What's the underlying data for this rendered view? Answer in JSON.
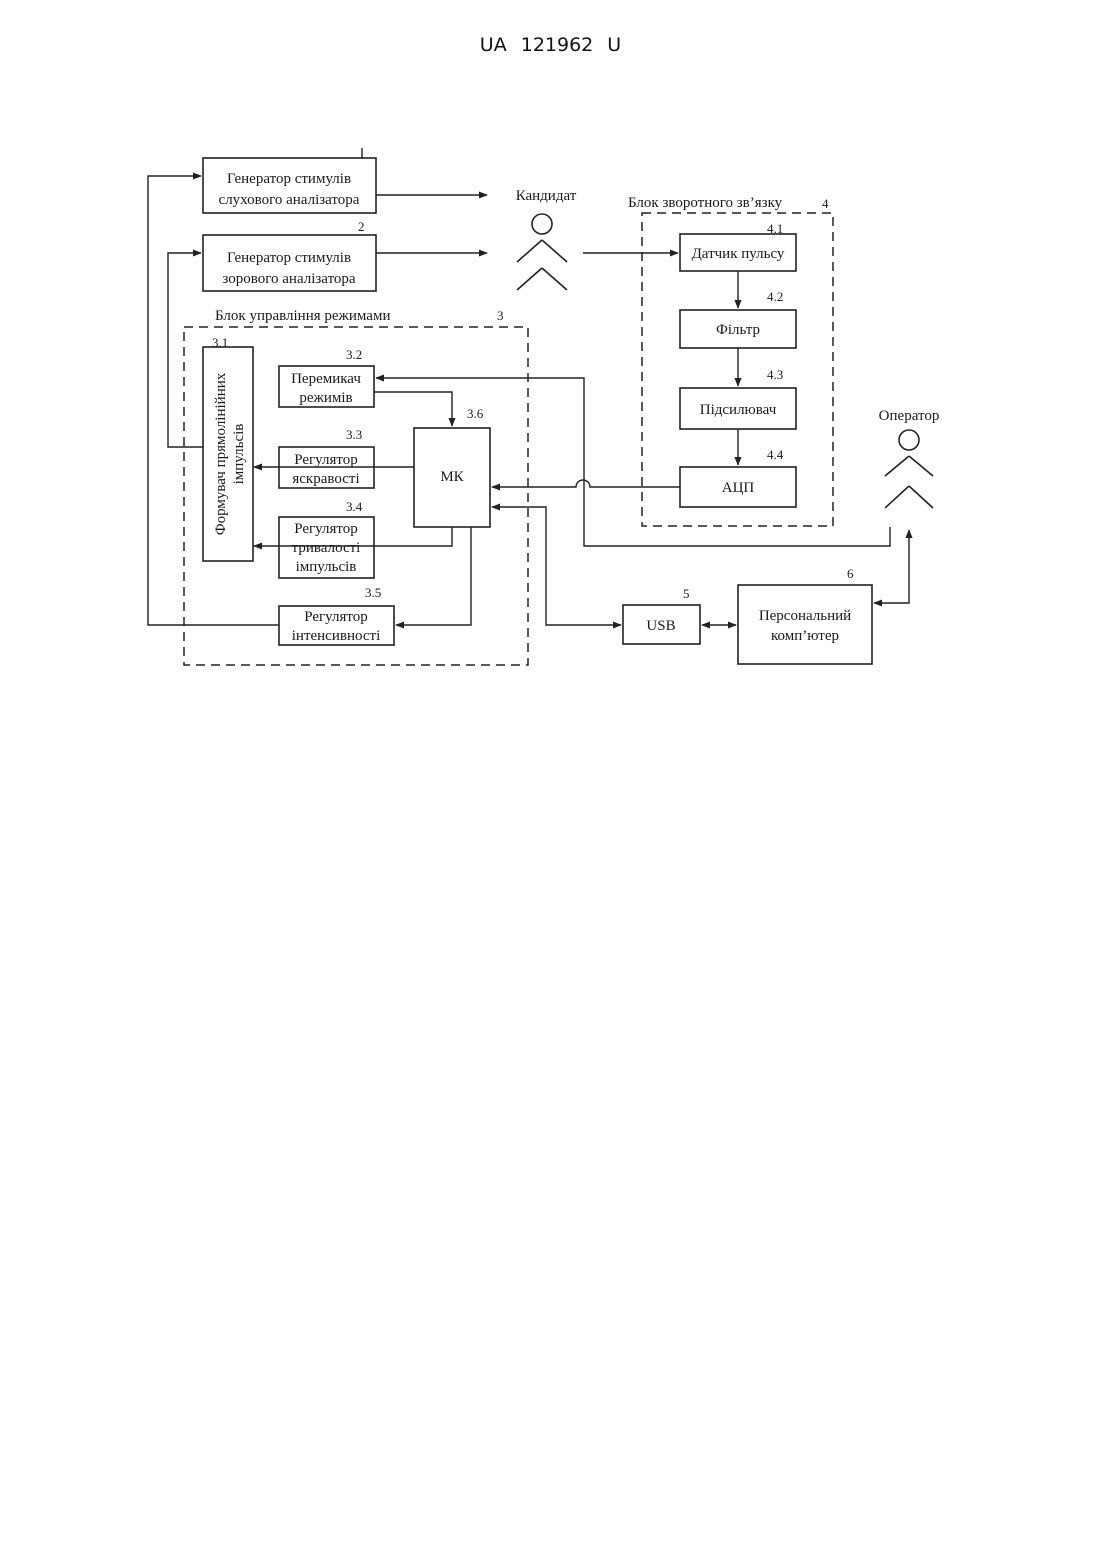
{
  "header": {
    "patent_number": "UA   121962   U"
  },
  "diagram": {
    "generator_auditory": {
      "line1": "Генератор стимулів",
      "line2": "слухового аналізатора"
    },
    "generator_visual": {
      "number": "2",
      "line1": "Генератор стимулів",
      "line2": "зорового аналізатора"
    },
    "candidate_label": "Кандидат",
    "operator_label": "Оператор",
    "mode_control_block": {
      "title": "Блок управління режимами",
      "number": "3",
      "pulse_former": {
        "number": "3.1",
        "line1": "Формувач прямолінійних",
        "line2": "імпульсів"
      },
      "mode_switch": {
        "number": "3.2",
        "line1": "Перемикач",
        "line2": "режимів"
      },
      "brightness_regulator": {
        "number": "3.3",
        "line1": "Регулятор",
        "line2": "яскравості"
      },
      "duration_regulator": {
        "number": "3.4",
        "line1": "Регулятор",
        "line2": "тривалості",
        "line3": "імпульсів"
      },
      "intensity_regulator": {
        "number": "3.5",
        "line1": "Регулятор",
        "line2": "інтенсивності"
      },
      "microcontroller": {
        "number": "3.6",
        "label": "МК"
      }
    },
    "feedback_block": {
      "title": "Блок зворотного зв’язку",
      "number": "4",
      "pulse_sensor": {
        "number": "4.1",
        "label": "Датчик пульсу"
      },
      "filter": {
        "number": "4.2",
        "label": "Фільтр"
      },
      "amplifier": {
        "number": "4.3",
        "label": "Підсилювач"
      },
      "adc": {
        "number": "4.4",
        "label": "АЦП"
      }
    },
    "usb": {
      "number": "5",
      "label": "USB"
    },
    "pc": {
      "number": "6",
      "line1": "Персональний",
      "line2": "комп’ютер"
    }
  }
}
